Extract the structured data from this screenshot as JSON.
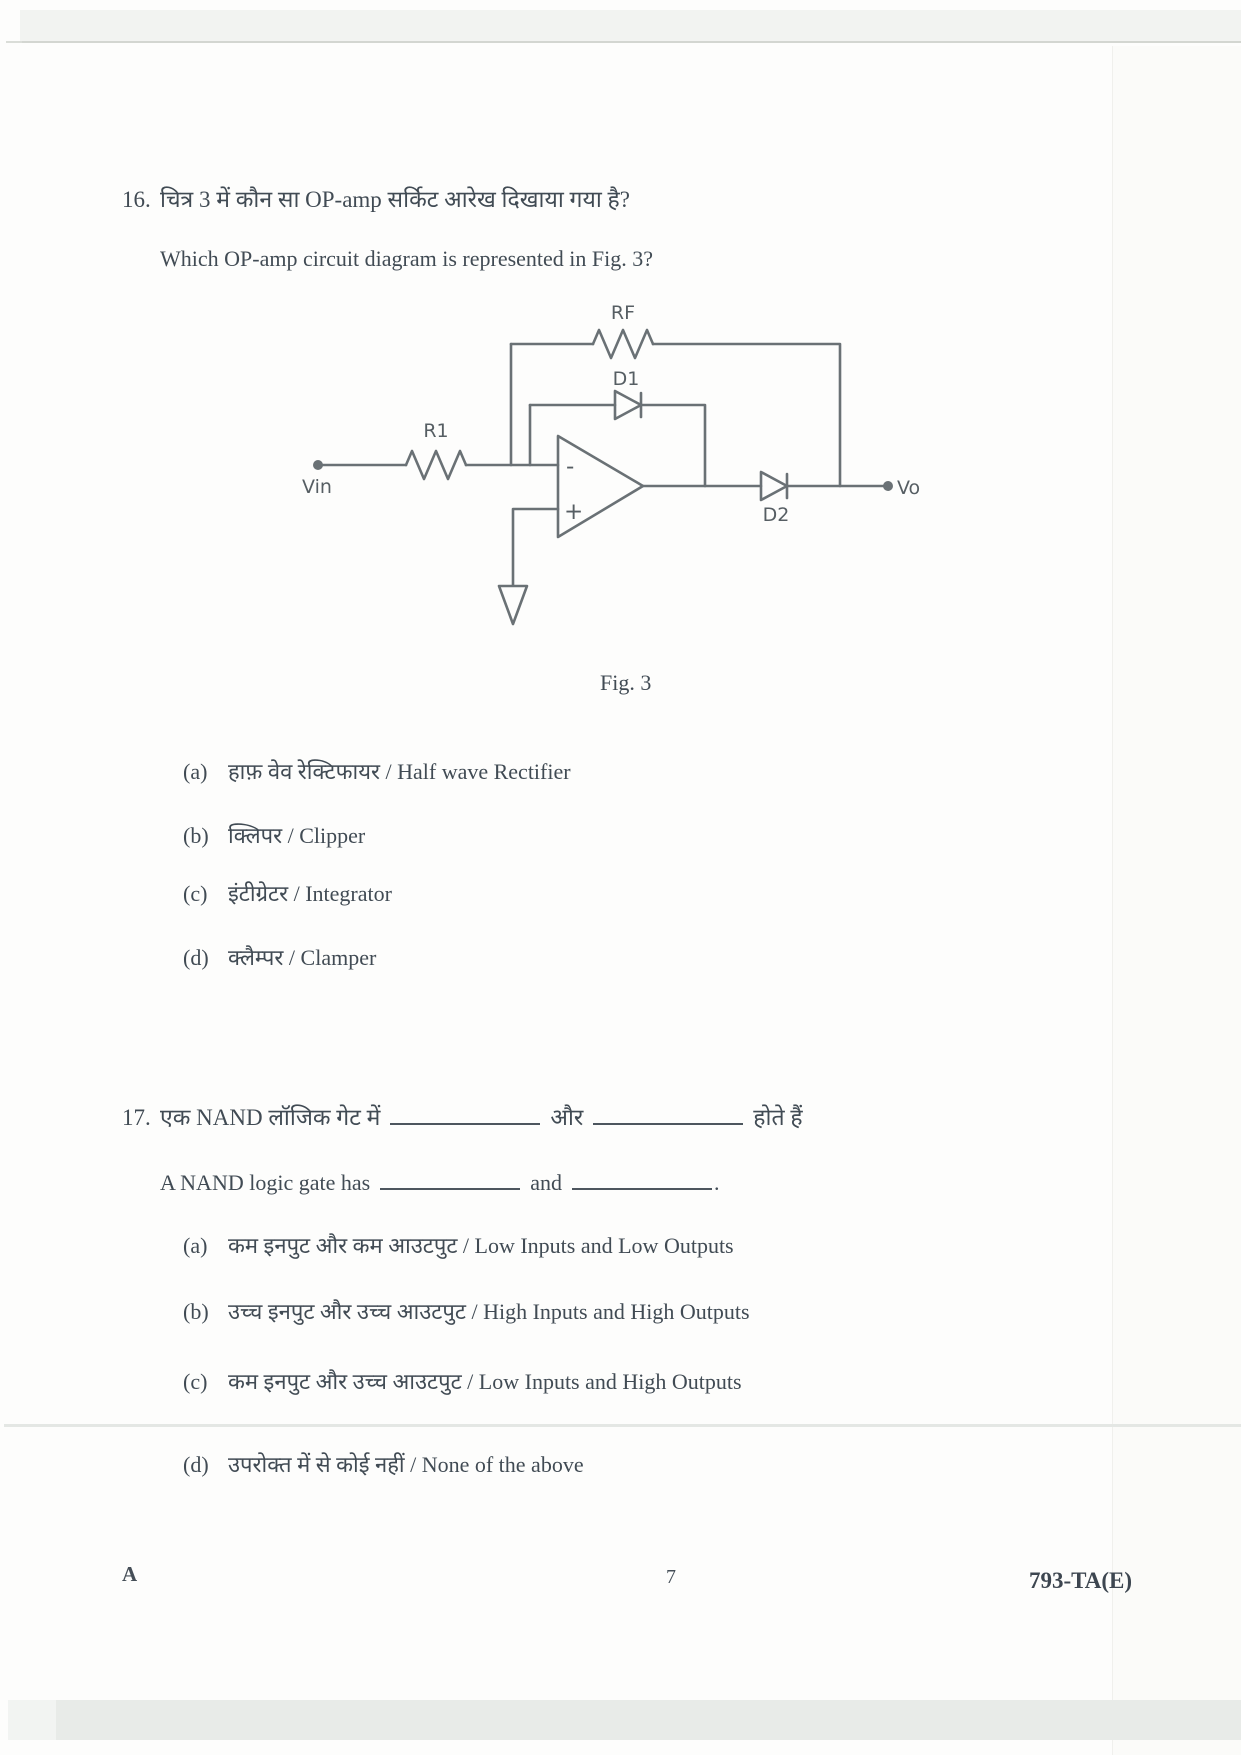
{
  "questions": [
    {
      "number": "16.",
      "text_hi": "चित्र 3 में कौन सा OP-amp सर्किट आरेख दिखाया गया है?",
      "text_en": "Which OP-amp circuit diagram is represented in Fig. 3?",
      "figure_caption": "Fig. 3",
      "options": [
        {
          "label": "(a)",
          "text": "हाफ़ वेव रेक्टिफायर / Half wave Rectifier"
        },
        {
          "label": "(b)",
          "text": "क्लिपर / Clipper"
        },
        {
          "label": "(c)",
          "text": "इंटीग्रेटर / Integrator"
        },
        {
          "label": "(d)",
          "text": "क्लैम्पर / Clamper"
        }
      ]
    },
    {
      "number": "17.",
      "text_hi_parts": {
        "before": "एक NAND लॉजिक गेट में",
        "middle": "और",
        "after": "होते हैं"
      },
      "text_en_parts": {
        "before": "A NAND logic gate has",
        "middle": "and",
        "after": "."
      },
      "options": [
        {
          "label": "(a)",
          "text": "कम इनपुट और कम आउटपुट / Low Inputs and Low Outputs"
        },
        {
          "label": "(b)",
          "text": "उच्च इनपुट और उच्च आउटपुट / High Inputs and High Outputs"
        },
        {
          "label": "(c)",
          "text": "कम इनपुट और उच्च आउटपुट / Low Inputs and High Outputs"
        },
        {
          "label": "(d)",
          "text": "उपरोक्त में से कोई नहीं / None of the above"
        }
      ]
    }
  ],
  "circuit": {
    "labels": {
      "rf": "RF",
      "r1": "R1",
      "d1": "D1",
      "d2": "D2",
      "vin": "Vin",
      "vout": "Vo",
      "minus": "-",
      "plus": "+"
    },
    "ink_color": "#6a7175"
  },
  "footer": {
    "set_code": "A",
    "page_number": "7",
    "paper_code": "793-TA(E)"
  }
}
